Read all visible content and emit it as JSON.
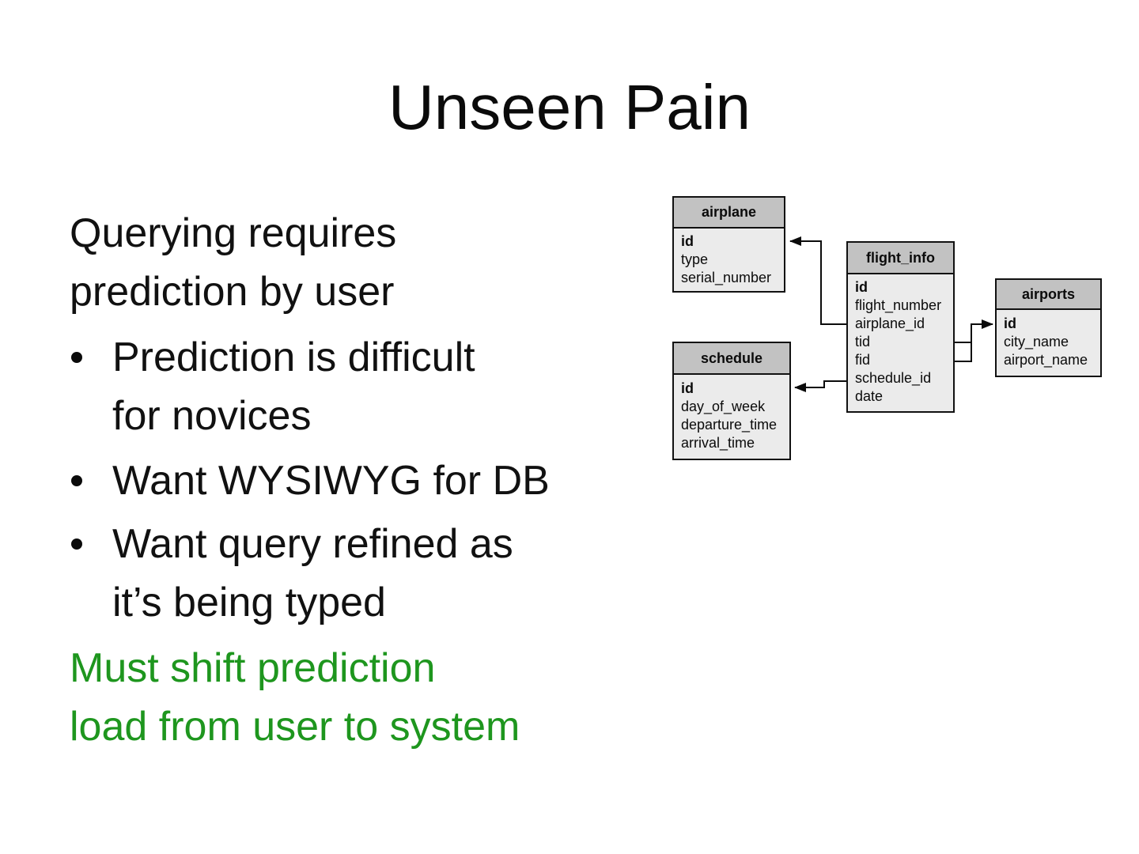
{
  "title": "Unseen Pain",
  "content": {
    "intro": {
      "lines": [
        "Querying requires",
        "prediction by user"
      ]
    },
    "bullets": [
      {
        "lines": [
          "Prediction is difficult",
          "for novices"
        ]
      },
      {
        "lines": [
          "Want WYSIWYG for DB"
        ]
      },
      {
        "lines": [
          "Want query refined as",
          "it’s being typed"
        ]
      }
    ],
    "conclusion": {
      "lines": [
        "Must shift prediction",
        "load from user to system"
      ]
    }
  },
  "diagram": {
    "tables": [
      {
        "name": "airplane",
        "fields": [
          "id",
          "type",
          "serial_number"
        ],
        "key_field": "id"
      },
      {
        "name": "flight_info",
        "fields": [
          "id",
          "flight_number",
          "airplane_id",
          "tid",
          "fid",
          "schedule_id",
          "date"
        ],
        "key_field": "id"
      },
      {
        "name": "airports",
        "fields": [
          "id",
          "city_name",
          "airport_name"
        ],
        "key_field": "id"
      },
      {
        "name": "schedule",
        "fields": [
          "id",
          "day_of_week",
          "departure_time",
          "arrival_time"
        ],
        "key_field": "id"
      }
    ],
    "relations": [
      {
        "from": "flight_info.airplane_id",
        "to": "airplane.id"
      },
      {
        "from": "flight_info.schedule_id",
        "to": "schedule.id"
      },
      {
        "from": "flight_info.tid",
        "to": "airports.id"
      },
      {
        "from": "flight_info.fid",
        "to": "airports.id"
      }
    ]
  },
  "colors": {
    "background": "#ffffff",
    "text": "#0b0b0b",
    "accent_green": "#1e961e",
    "table_header_fill": "#c2c2c2",
    "table_body_fill": "#ebebeb",
    "table_border": "#111111"
  }
}
